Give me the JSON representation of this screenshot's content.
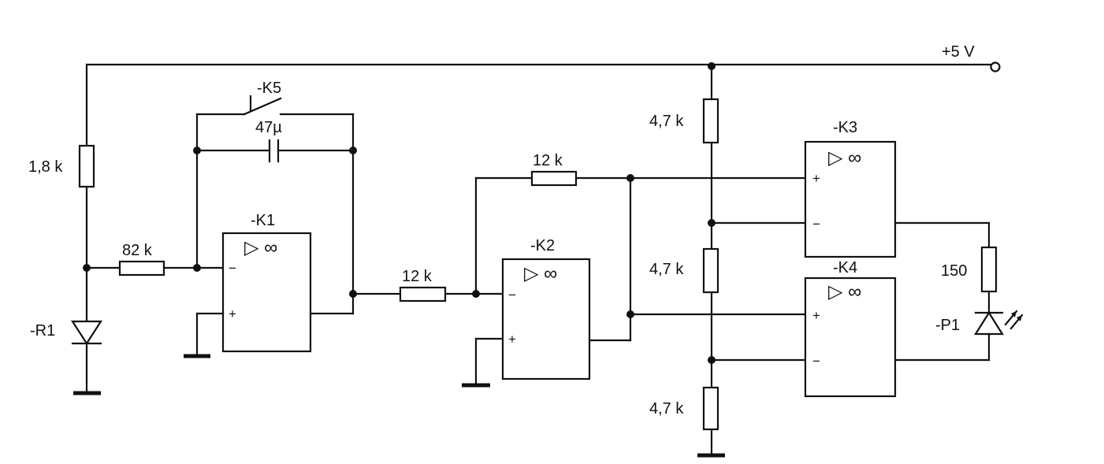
{
  "supply": {
    "label": "+5 V"
  },
  "resistors": {
    "r_top": "1,8 k",
    "r_in": "82 k",
    "r_k2_in": "12 k",
    "r_fb": "12 k",
    "r_div1": "4,7 k",
    "r_div2": "4,7 k",
    "r_div3": "4,7 k",
    "r_led": "150"
  },
  "capacitor": {
    "label": "47µ"
  },
  "switch": {
    "label": "-K5"
  },
  "sensor": {
    "label": "-R1"
  },
  "led": {
    "label": "-P1"
  },
  "opamps": {
    "k1": {
      "label": "-K1",
      "symbol": "▷ ∞"
    },
    "k2": {
      "label": "-K2",
      "symbol": "▷ ∞"
    },
    "k3": {
      "label": "-K3",
      "symbol": "▷ ∞"
    },
    "k4": {
      "label": "-K4",
      "symbol": "▷ ∞"
    }
  },
  "pins": {
    "plus": "+",
    "minus": "−"
  }
}
